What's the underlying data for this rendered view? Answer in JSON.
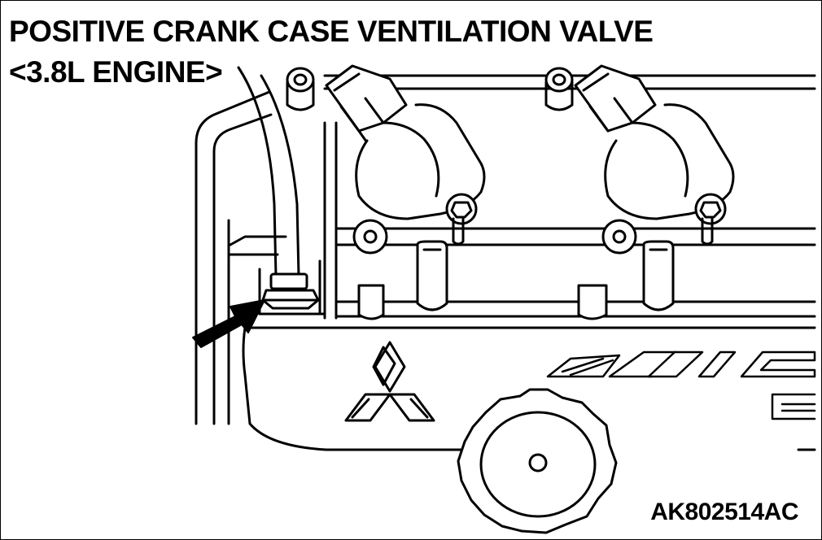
{
  "figure": {
    "title_line1": "POSITIVE CRANK CASE VENTILATION VALVE",
    "title_line2": "<3.8L ENGINE>",
    "figure_id": "AK802514AC"
  },
  "colors": {
    "line": "#000000",
    "fill": "#ffffff",
    "shade": "#e8e8e8"
  },
  "callouts": [
    {
      "name": "arrow",
      "points_to": "pcv-valve"
    }
  ]
}
